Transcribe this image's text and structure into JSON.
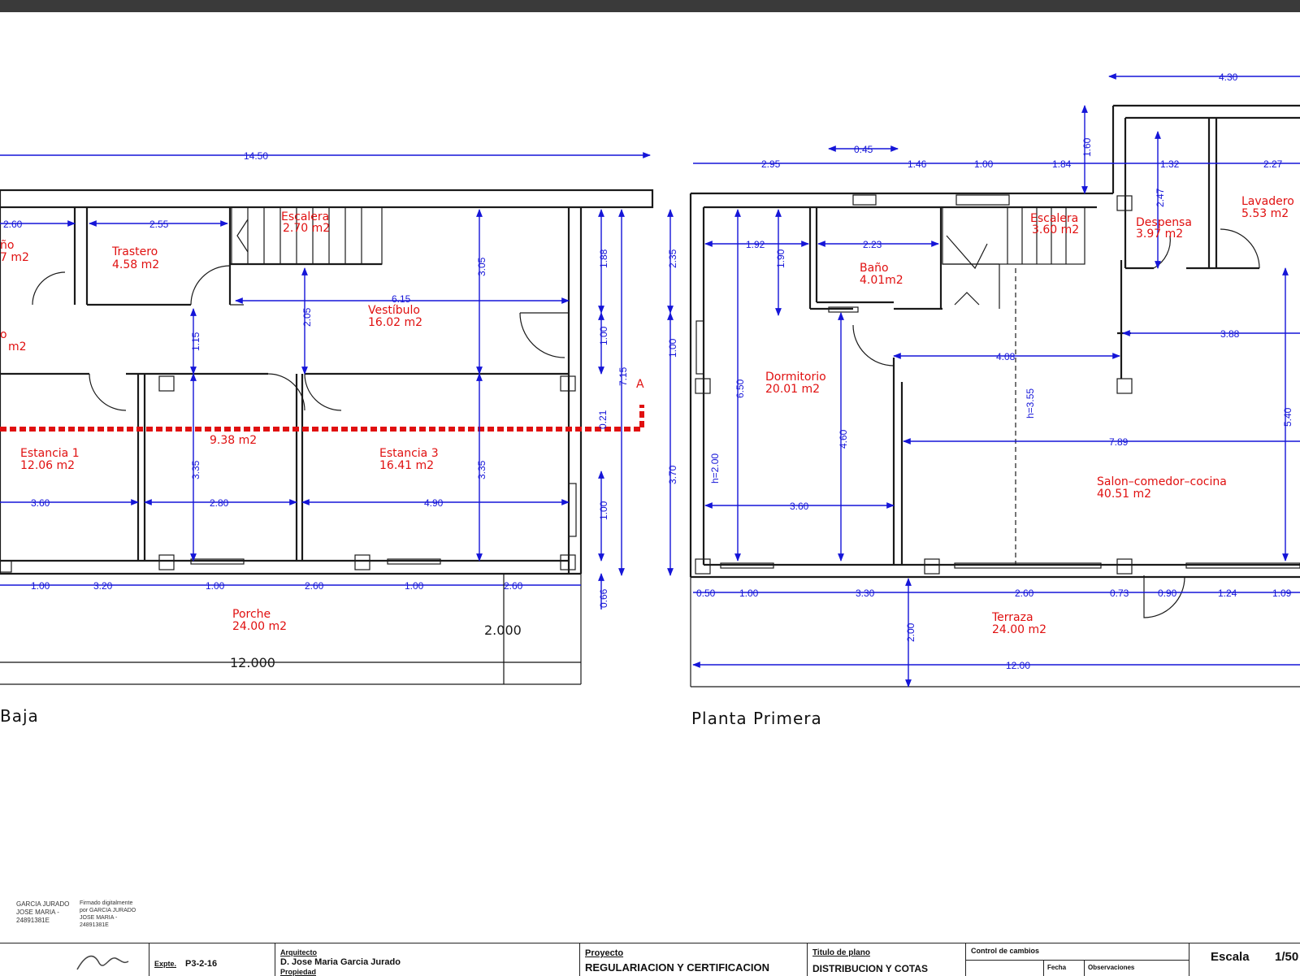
{
  "rooms": {
    "r01": "Trastero",
    "r02": "4.58  m2",
    "r03": "Escalera",
    "r04": "2.70  m2",
    "r05": "Vestíbulo",
    "r06": "16.02  m2",
    "r07": "9.38  m2",
    "r08": "Estancia  1",
    "r09": "12.06  m2",
    "r10": "Estancia  3",
    "r11": "16.41  m2",
    "r12": "Porche",
    "r13": "24.00  m2",
    "r14": "ño",
    "r15": "7  m2",
    "r16": "o",
    "r17": "m2",
    "r18": "Dormitorio",
    "r19": "20.01  m2",
    "r20": "Baño",
    "r21": "4.01m2",
    "r22": "Escalera",
    "r23": "3.60  m2",
    "r24": "Despensa",
    "r25": "3.97  m2",
    "r26": "Lavadero",
    "r27": "5.53  m2",
    "r28": "Salon–comedor–cocina",
    "r29": "40.51  m2",
    "r30": "Terraza",
    "r31": "24.00  m2",
    "r32": "A"
  },
  "dims": {
    "d01": "14.50",
    "d02": "2.60",
    "d03": "2.55",
    "d04": "3.05",
    "d05": "1.88",
    "d06": "2.35",
    "d07": "6.15",
    "d08": "2.05",
    "d09": "1.15",
    "d10": "1.00",
    "d11": "7.15",
    "d12": "1.00",
    "d13": "3.35",
    "d14": "3.35",
    "d15": "3.60",
    "d16": "2.80",
    "d17": "4.90",
    "d18": "1.00",
    "d19": "0.21",
    "d20": "1.00",
    "d21": "3.20",
    "d22": "1.00",
    "d23": "2.60",
    "d24": "1.00",
    "d25": "2.60",
    "d26": "0.66",
    "d27": "3.70",
    "d28": "4.30",
    "d29": "1.60",
    "d30": "0.45",
    "d31": "2.95",
    "d32": "1.46",
    "d33": "1.00",
    "d34": "1.84",
    "d35": "1.32",
    "d36": "2.27",
    "d37": "2.47",
    "d38": "1.92",
    "d39": "2.23",
    "d40": "1.90",
    "d41": "6.50",
    "d42": "4.08",
    "d43": "3.88",
    "d44": "h=3.55",
    "d45": "5.40",
    "d46": "7.89",
    "d47": "4.60",
    "d48": "h=2.00",
    "d49": "3.60",
    "d50": "0.50",
    "d51": "1.00",
    "d52": "3.30",
    "d53": "2.60",
    "d54": "0.73",
    "d55": "0.90",
    "d56": "1.24",
    "d57": "1.09",
    "d58": "2.00",
    "d59": "12.00"
  },
  "black": {
    "b1": "2.000",
    "b2": "12.000"
  },
  "titles": {
    "ground": "Baja",
    "first": "Planta  Primera"
  },
  "signature": {
    "line1": "GARCIA JURADO",
    "line2": "JOSE MARIA -",
    "line3": "24891381E",
    "note1": "Firmado digitalmente",
    "note2": "por GARCIA JURADO",
    "note3": "JOSE MARIA -",
    "note4": "24891381E"
  },
  "title_block": {
    "expte_label": "Expte.",
    "expte_value": "P3-2-16",
    "arq_label": "Arquitecto",
    "arq_value": "D. Jose Maria Garcia Jurado",
    "prop_label": "Propiedad",
    "proj_label": "Proyecto",
    "proj_value": "REGULARIACION Y  CERTIFICACION",
    "plano_label": "Titulo de plano",
    "plano_value": "DISTRIBUCION Y COTAS",
    "ctrl_label": "Control de cambios",
    "fecha_label": "Fecha",
    "obs_label": "Observaciones",
    "escala_label": "Escala",
    "escala_value": "1/50"
  },
  "colors": {
    "wall": "#1a1a1a",
    "dimension": "#1515d8",
    "room_label": "#e01010",
    "top_bar": "#3a3a3a"
  }
}
